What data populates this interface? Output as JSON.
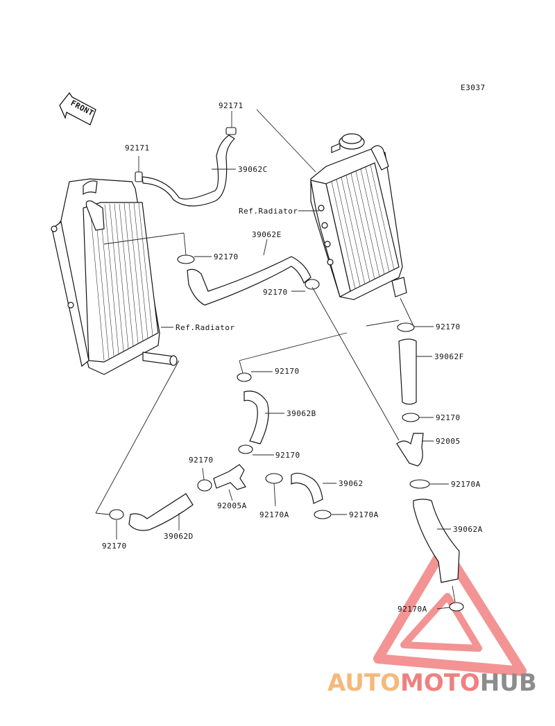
{
  "diagram": {
    "code": "E3037",
    "front_label": "FRONT",
    "callouts": {
      "c92171_top": "92171",
      "c92171_left": "92171",
      "c39062C": "39062C",
      "c_ref_radiator_right": "Ref.Radiator",
      "c39062E": "39062E",
      "c92170_a": "92170",
      "c92170_b": "92170",
      "c_ref_radiator_left": "Ref.Radiator",
      "c92170_c": "92170",
      "c39062F": "39062F",
      "c92170_d": "92170",
      "c39062B": "39062B",
      "c92170_e": "92170",
      "c92005": "92005",
      "c92170_f": "92170",
      "c92170_g": "92170",
      "c39062": "39062",
      "c92170A_a": "92170A",
      "c92005A": "92005A",
      "c92170A_b": "92170A",
      "c92170A_c": "92170A",
      "c39062D": "39062D",
      "c92170_h": "92170",
      "c39062A": "39062A",
      "c92170A_d": "92170A"
    }
  },
  "watermark": {
    "part1": "AUTO",
    "part2": "MOTO",
    "part3": "HUB",
    "colors": {
      "auto": "#f5b97a",
      "moto": "#f08080",
      "hub": "#8c8c8c",
      "triangle": "#f07070"
    }
  }
}
